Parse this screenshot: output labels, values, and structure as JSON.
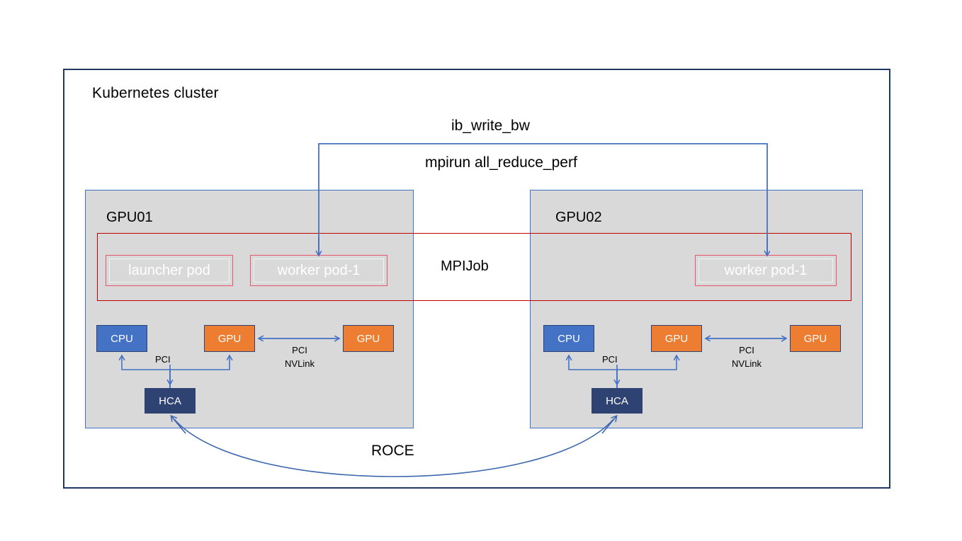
{
  "diagram": {
    "cluster": {
      "title": "Kubernetes cluster"
    },
    "nodes": [
      {
        "id": "gpu01",
        "title": "GPU01"
      },
      {
        "id": "gpu02",
        "title": "GPU02"
      }
    ],
    "mpijob": {
      "label": "MPIJob"
    },
    "pods": [
      {
        "id": "launcher",
        "label": "launcher pod",
        "node": "gpu01"
      },
      {
        "id": "worker-1-a",
        "label": "worker pod-1",
        "node": "gpu01"
      },
      {
        "id": "worker-1-b",
        "label": "worker pod-1",
        "node": "gpu02"
      }
    ],
    "hardware": {
      "gpu01": [
        {
          "id": "cpu",
          "label": "CPU",
          "color": "#4472C4"
        },
        {
          "id": "gpu-a",
          "label": "GPU",
          "color": "#ED7D31"
        },
        {
          "id": "gpu-b",
          "label": "GPU",
          "color": "#ED7D31"
        },
        {
          "id": "hca",
          "label": "HCA",
          "color": "#2E4372"
        }
      ],
      "gpu02": [
        {
          "id": "cpu",
          "label": "CPU",
          "color": "#4472C4"
        },
        {
          "id": "gpu-a",
          "label": "GPU",
          "color": "#ED7D31"
        },
        {
          "id": "gpu-b",
          "label": "GPU",
          "color": "#ED7D31"
        },
        {
          "id": "hca",
          "label": "HCA",
          "color": "#2E4372"
        }
      ]
    },
    "connector_labels": {
      "pci": "PCI",
      "pci_nvlink_line1": "PCI",
      "pci_nvlink_line2": "NVLink"
    },
    "links": {
      "ib_write_bw": "ib_write_bw",
      "mpirun": "mpirun all_reduce_perf",
      "roce": "ROCE"
    },
    "colors": {
      "cluster_border": "#1F3864",
      "panel_fill": "#D9D9D9",
      "panel_border": "#4472C4",
      "mpijob_border": "#C00000",
      "pod_border": "#E8546B",
      "pod_text": "#FFFFFF",
      "arrow": "#4472C4",
      "cpu": "#4472C4",
      "gpu": "#ED7D31",
      "hca": "#2E4372"
    }
  }
}
